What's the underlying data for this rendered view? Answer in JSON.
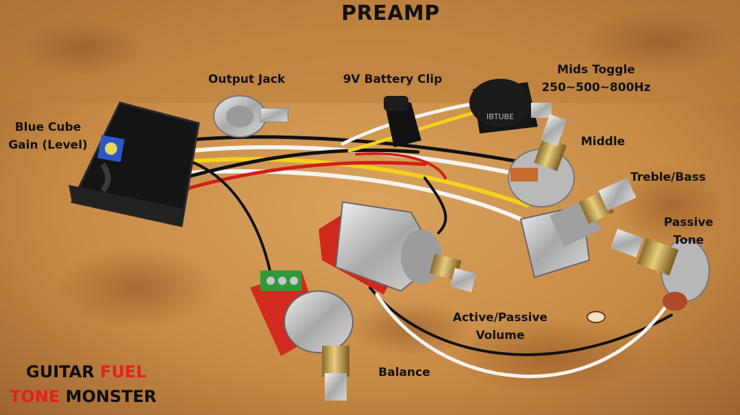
{
  "title": "PREAMP",
  "labels": {
    "output_jack": "Output Jack",
    "battery_clip": "9V Battery Clip",
    "mids_toggle_line1": "Mids Toggle",
    "mids_toggle_line2": "250~500~800Hz",
    "blue_cube_line1": "Blue Cube",
    "blue_cube_line2": "Gain (Level)",
    "middle": "Middle",
    "treble_bass": "Treble/Bass",
    "passive_tone_line1": "Passive",
    "passive_tone_line2": "Tone",
    "active_passive_line1": "Active/Passive",
    "active_passive_line2": "Volume",
    "balance": "Balance"
  },
  "brand": {
    "line1_a": "GUITAR",
    "line1_b": "FUEL",
    "line2_a": "TONE",
    "line2_b": "MONSTER"
  },
  "toggle_text": "IBTUBE",
  "colors": {
    "background": "#c98f4a",
    "accent_red": "#e3221a",
    "text": "#111111"
  }
}
